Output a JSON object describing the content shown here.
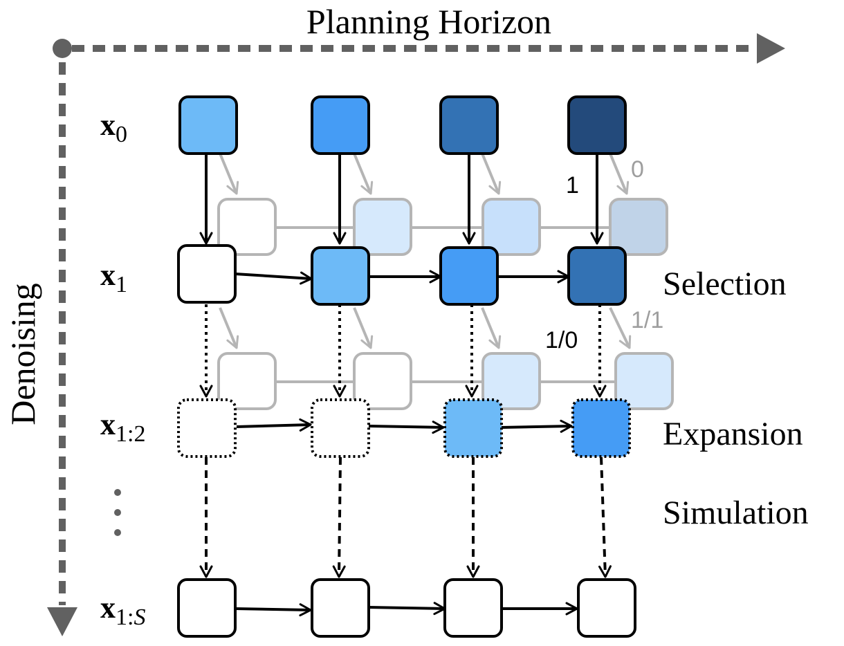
{
  "axes": {
    "horizontal_label": "Planning Horizon",
    "vertical_label": "Denoising",
    "axis_color": "#616161"
  },
  "rows": [
    {
      "var": "x",
      "sub": "0"
    },
    {
      "var": "x",
      "sub": "1"
    },
    {
      "var": "x",
      "sub": "1:2"
    },
    {
      "var": "x",
      "sub": "1:",
      "sub_italic": "S"
    }
  ],
  "stages": [
    "Selection",
    "Expansion",
    "Simulation"
  ],
  "edge_labels": {
    "front_top": "1",
    "back_top": "0",
    "front_mid": "1/0",
    "back_mid": "1/1"
  },
  "colors": {
    "x0": [
      "#6dbaf7",
      "#459cf5",
      "#3372b4",
      "#234a7b"
    ],
    "x1": [
      "#ffffff",
      "#6dbaf7",
      "#459cf5",
      "#3372b4"
    ],
    "x12": [
      "#ffffff",
      "#ffffff",
      "#6dbaf7",
      "#459cf5"
    ],
    "xS": [
      "#ffffff",
      "#ffffff",
      "#ffffff",
      "#ffffff"
    ],
    "ghost1": [
      "#ffffff",
      "#d6e9fc",
      "#c7e0fb",
      "#c0d3e8"
    ],
    "ghost2": [
      "#ffffff",
      "#ffffff",
      "#d6e9fc",
      "#d6e9fc"
    ],
    "ghost_stroke": "#b5b5b5",
    "label_gray": "#9e9e9e"
  }
}
